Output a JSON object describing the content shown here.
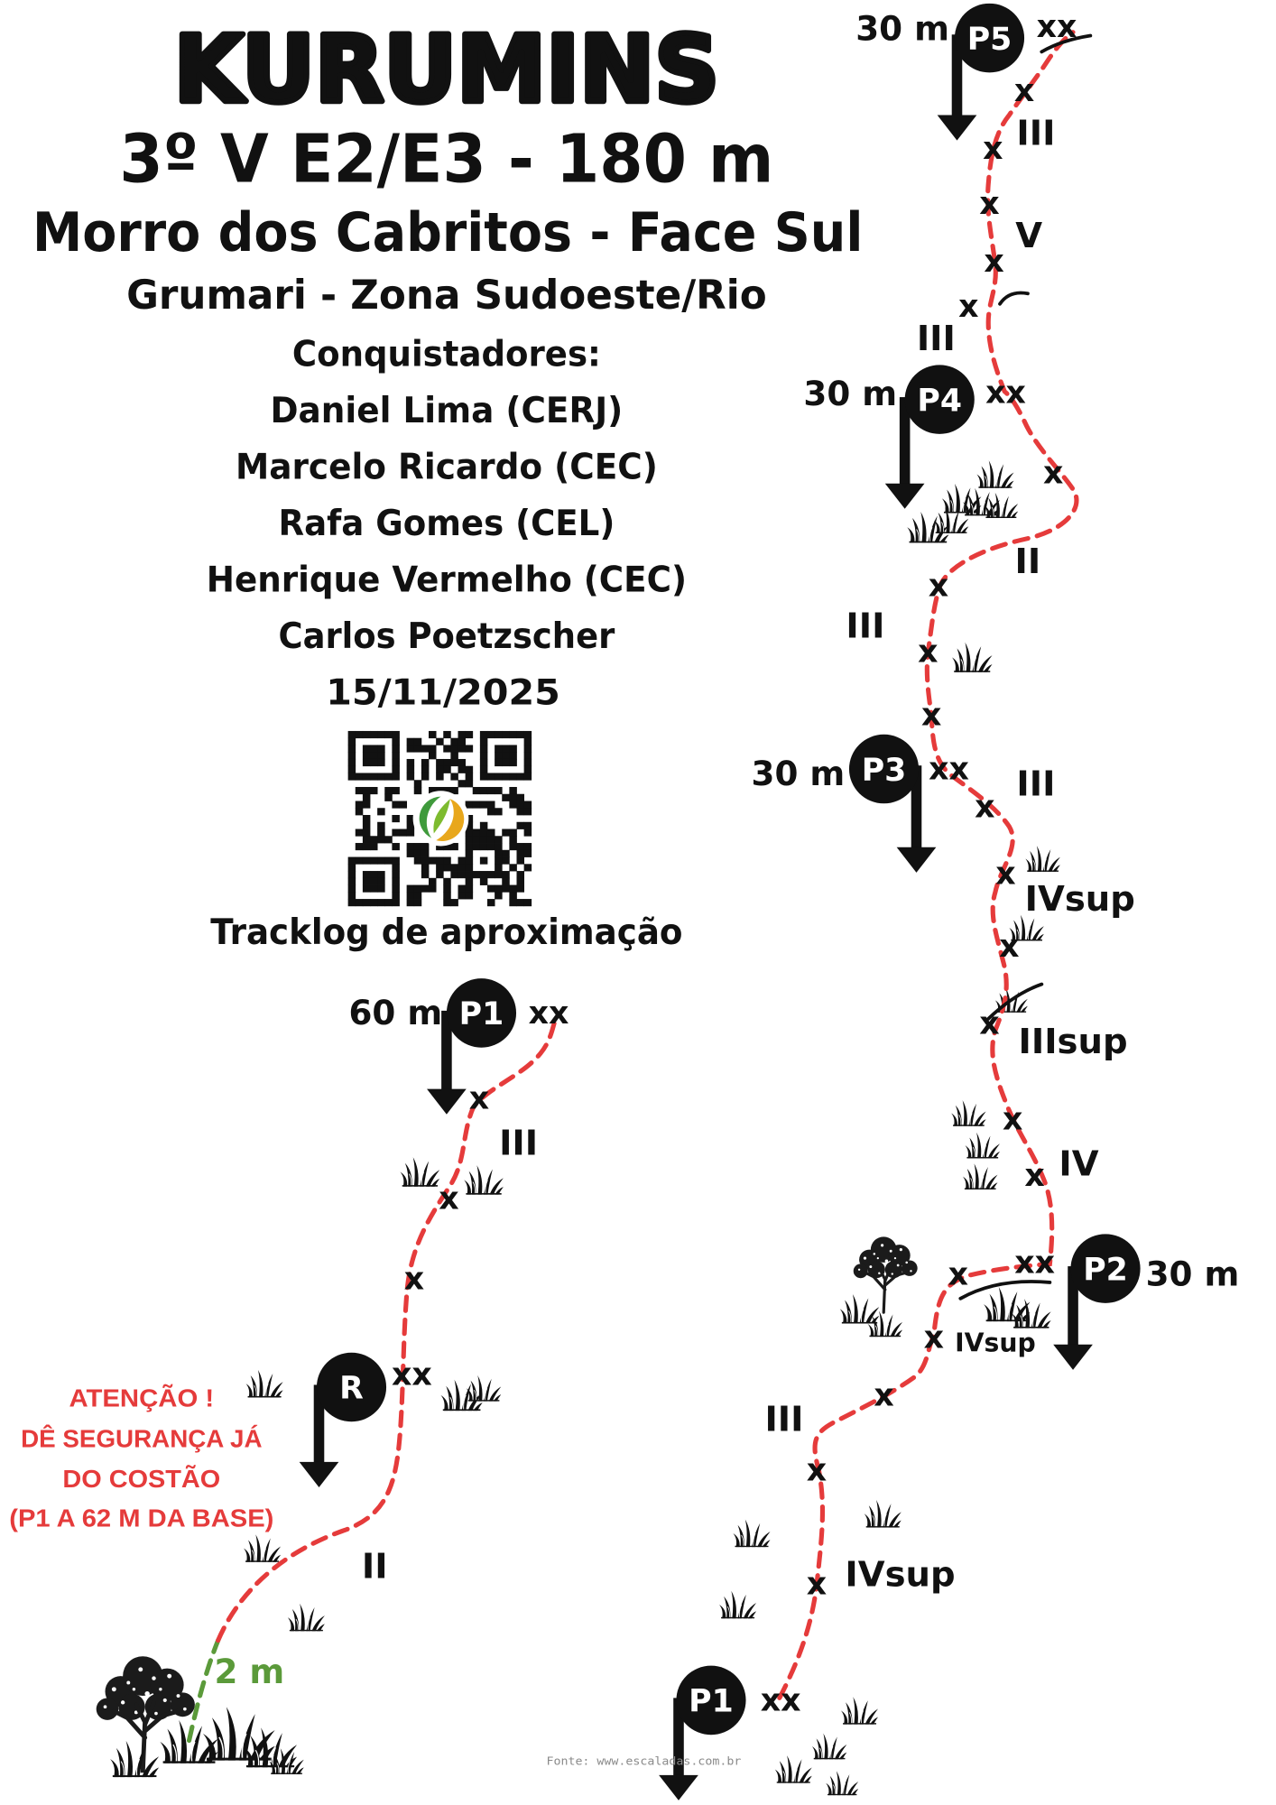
{
  "header": {
    "title": "KURUMINS",
    "grade_line": "3º V E2/E3 - 180 m",
    "crag": "Morro dos Cabritos - Face Sul",
    "region": "Grumari - Zona Sudoeste/Rio",
    "first_ascent_label": "Conquistadores:",
    "first_ascensionists": [
      "Daniel Lima (CERJ)",
      "Marcelo Ricardo (CEC)",
      "Rafa Gomes (CEL)",
      "Henrique Vermelho (CEC)",
      "Carlos Poetzscher"
    ],
    "date": "15/11/2025"
  },
  "qr": {
    "caption": "Tracklog de aproximação"
  },
  "warning": {
    "lines": [
      "ATENÇÃO !",
      "DÊ SEGURANÇA JÁ",
      "DO COSTÃO",
      "(P1 A 62 M DA BASE)"
    ]
  },
  "symbols": {
    "bolt": "x",
    "double_bolt": "xx"
  },
  "colors": {
    "route": "#e53b3b",
    "approach": "#5b9a3a",
    "belay": "#111111",
    "warning": "#e53b3b"
  },
  "icons": [
    "belay-station-icon",
    "arrow-down-icon",
    "grass-icon",
    "tree-icon",
    "qr-code",
    "roof-mark"
  ],
  "left_topo": {
    "approach_length": "2 m",
    "belay": {
      "label": "P1",
      "length": "60 m"
    },
    "rappel": {
      "label": "R"
    },
    "grades": [
      "III",
      "II"
    ]
  },
  "right_topo": {
    "belays": [
      {
        "label": "P5",
        "length": "30 m"
      },
      {
        "label": "P4",
        "length": "30 m"
      },
      {
        "label": "P3",
        "length": "30 m"
      },
      {
        "label": "P2",
        "length": "30 m"
      },
      {
        "label": "P1"
      }
    ],
    "grades": [
      "III",
      "V",
      "III",
      "II",
      "III",
      "III",
      "IVsup",
      "IIIsup",
      "IV",
      "IVsup",
      "III",
      "IVsup"
    ]
  },
  "footer": {
    "source": "Fonte: www.escaladas.com.br"
  }
}
